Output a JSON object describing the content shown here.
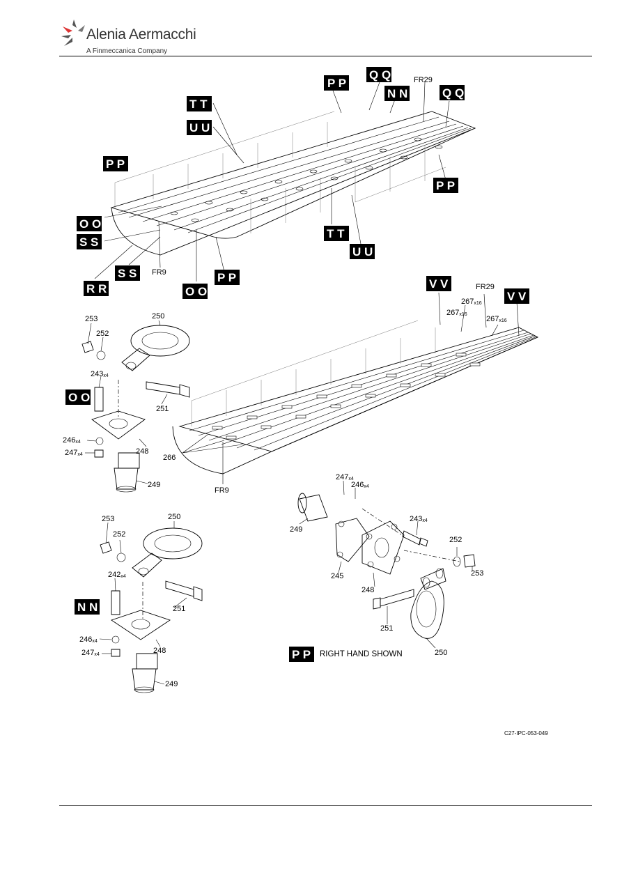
{
  "header": {
    "company": "Alenia Aermacchi",
    "subtitle": "A Finmeccanica Company"
  },
  "figure": {
    "reference_code": "C27-IPC-053-049",
    "caption_tag": "PP",
    "caption_text": "RIGHT HAND SHOWN",
    "frame_labels": {
      "fr9": "FR9",
      "fr29": "FR29"
    },
    "tags": [
      "PP",
      "QQ",
      "NN",
      "TT",
      "UU",
      "OO",
      "SS",
      "RR",
      "VV"
    ],
    "part_numbers": {
      "p242": "242",
      "p243": "243",
      "p245": "245",
      "p246": "246",
      "p247": "247",
      "p248": "248",
      "p249": "249",
      "p250": "250",
      "p251": "251",
      "p252": "252",
      "p253": "253",
      "p266": "266",
      "p267": "267"
    },
    "qty": {
      "x4": "x4",
      "x16": "x16"
    }
  }
}
